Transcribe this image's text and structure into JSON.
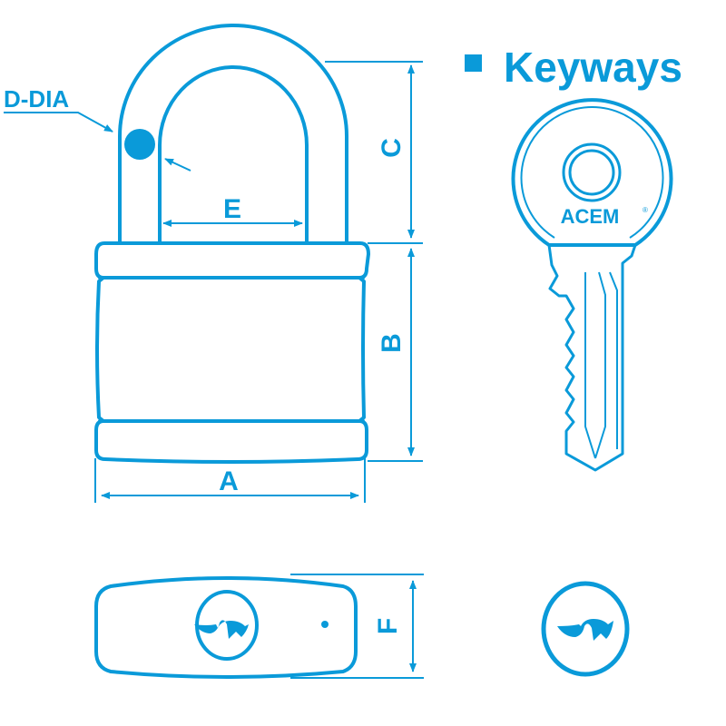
{
  "title": "Keyways",
  "brand": "ACEM",
  "brand_mark": "®",
  "colors": {
    "primary": "#0a9ad9"
  },
  "labels": {
    "d_dia": "D-DIA",
    "a": "A",
    "b": "B",
    "c": "C",
    "e": "E",
    "f": "F"
  }
}
